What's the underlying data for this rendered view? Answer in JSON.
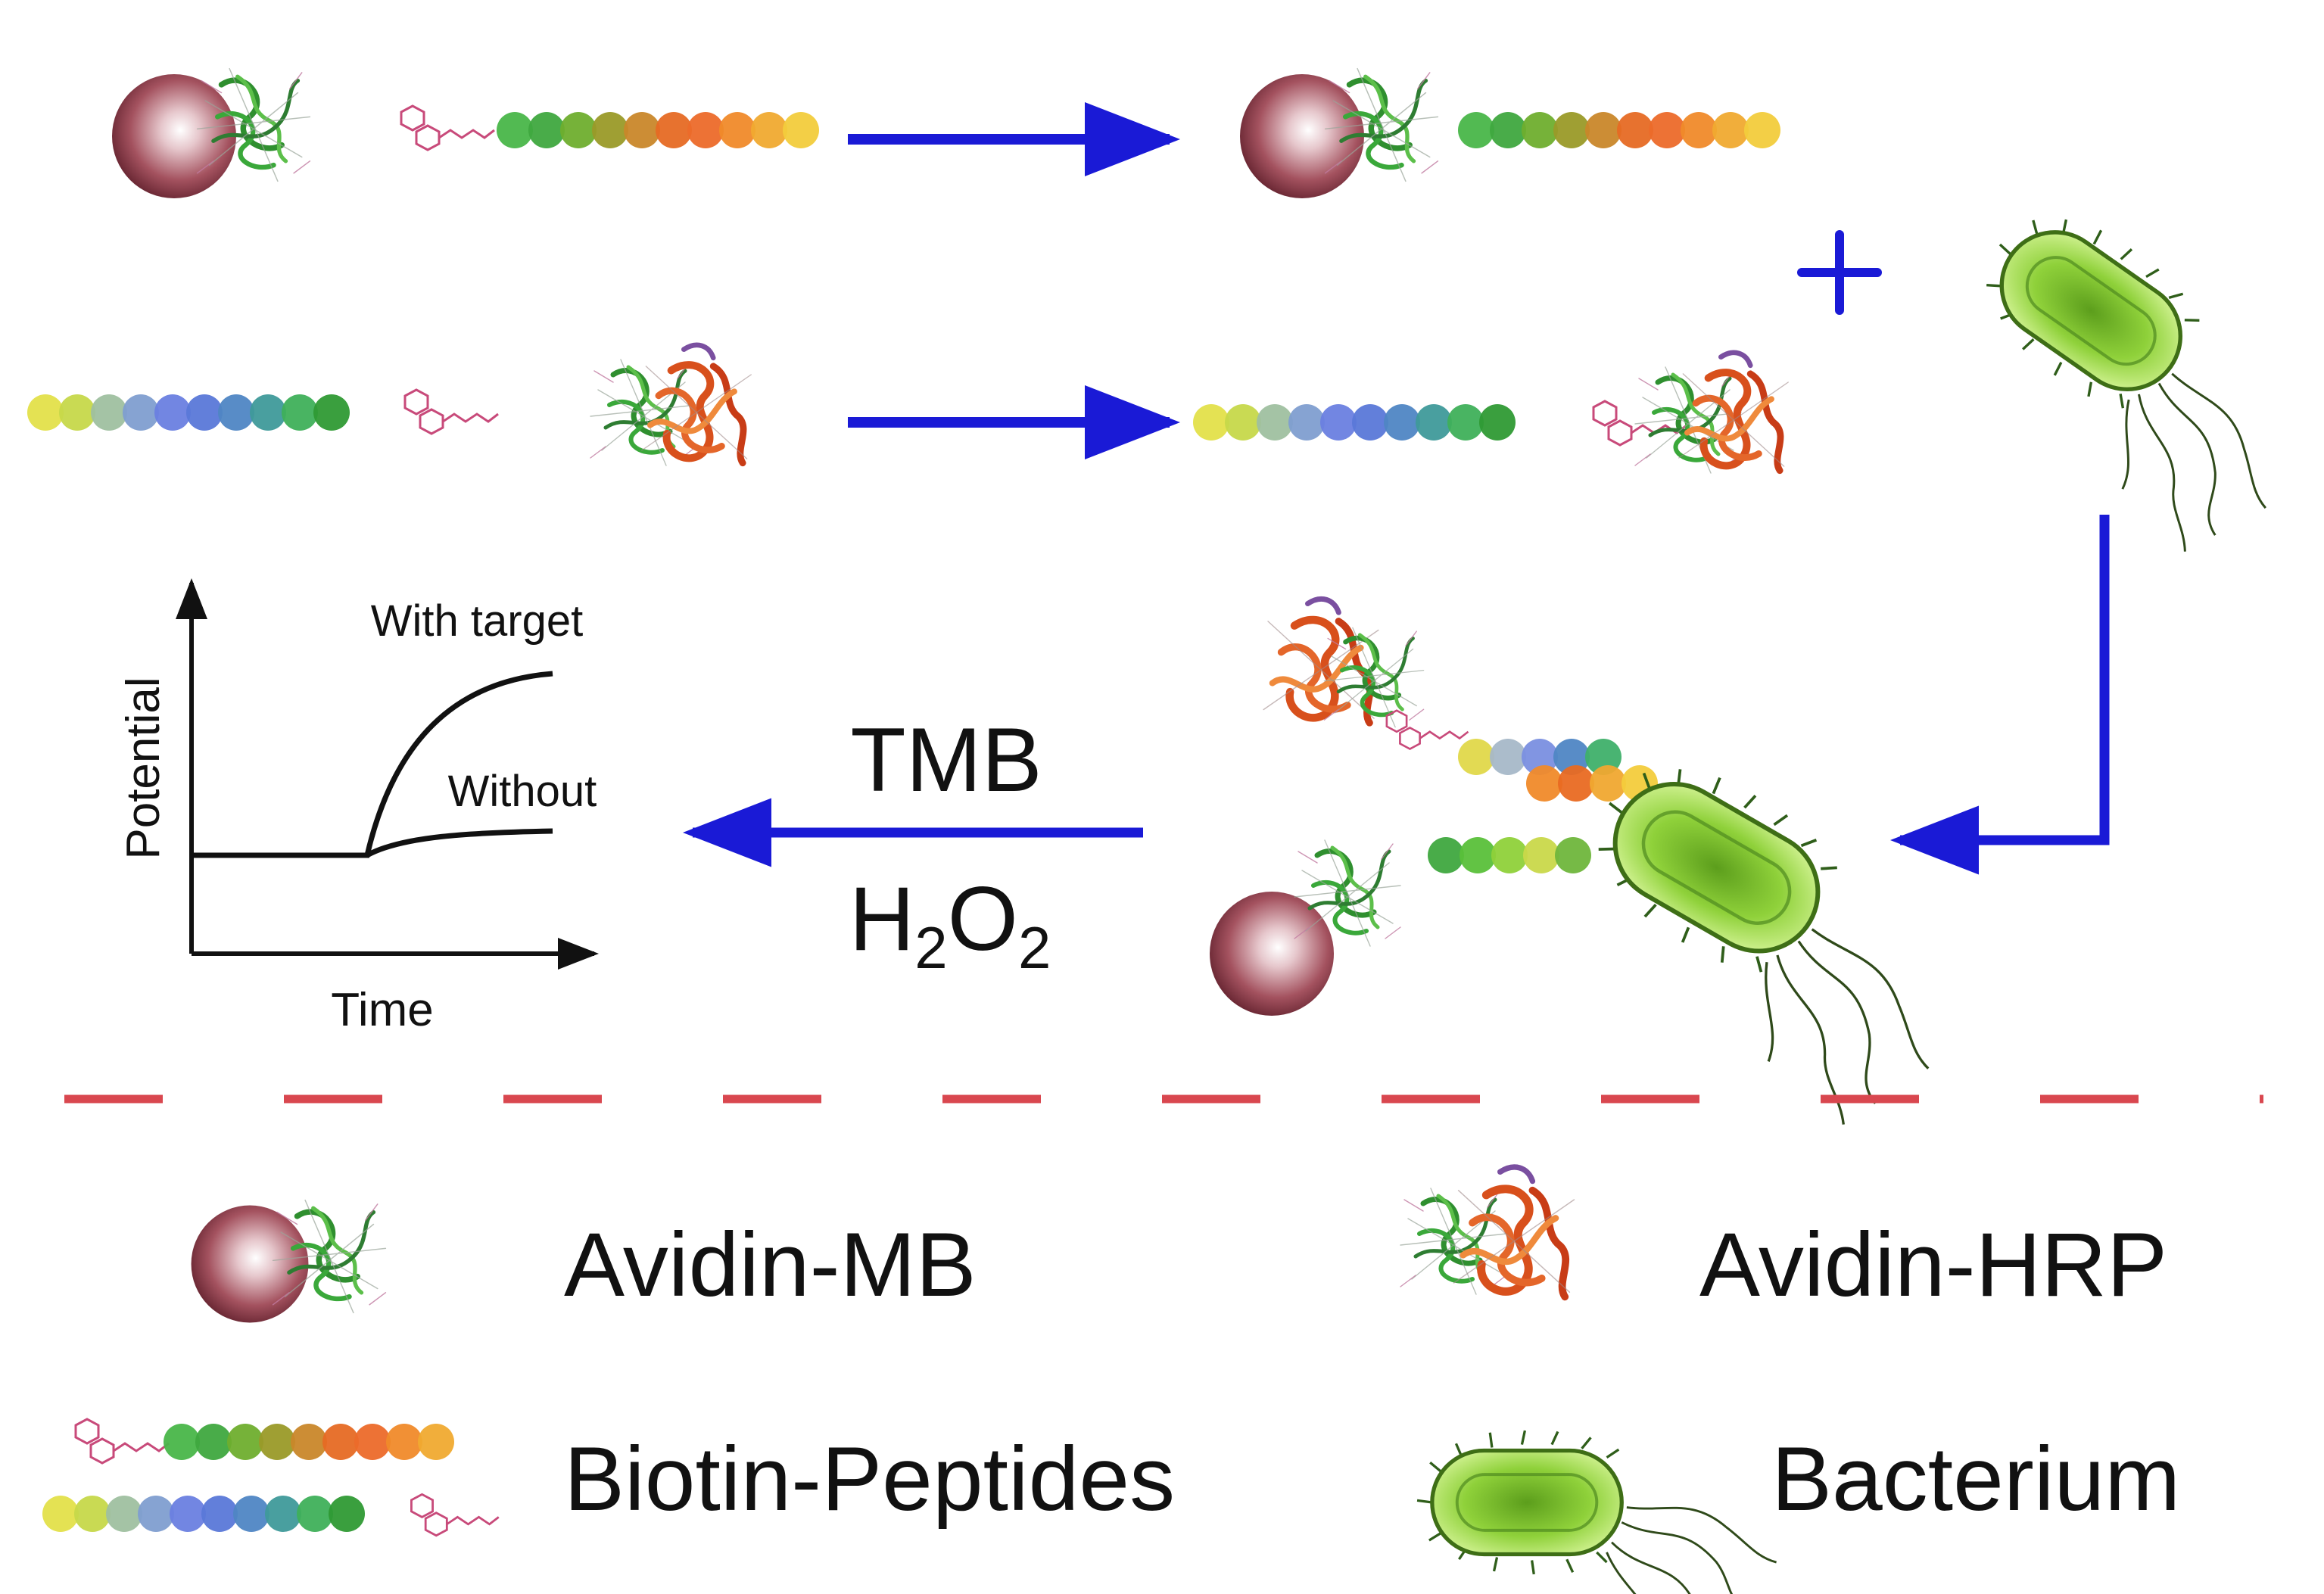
{
  "labels": {
    "tmb": "TMB",
    "h2o2_main": "H",
    "h2o2_sub1": "2",
    "h2o2_mid": "O",
    "h2o2_sub2": "2"
  },
  "inset_plot": {
    "y_axis_label": "Potential",
    "x_axis_label": "Time",
    "curve_with_label": "With target",
    "curve_without_label": "Without"
  },
  "legend": {
    "avidin_mb": "Avidin-MB",
    "avidin_hrp": "Avidin-HRP",
    "biotin_peptides": "Biotin-Peptides",
    "bacterium": "Bacterium"
  },
  "icons": {
    "magnetic_bead": "magnetic-bead-icon",
    "avidin_protein": "avidin-protein-icon",
    "hrp_enzyme": "hrp-enzyme-icon",
    "biotin": "biotin-icon",
    "peptide_chain": "peptide-chain-icon",
    "bacterium": "bacterium-icon",
    "arrow": "arrow-icon",
    "plus": "plus-icon"
  },
  "colors": {
    "arrow_blue": "#1a1ad6",
    "divider_red": "#d9474f",
    "bead_maroon": "#8c3a4a",
    "bacterium_green": "#8fd13a",
    "hrp_orange": "#d8501c"
  }
}
